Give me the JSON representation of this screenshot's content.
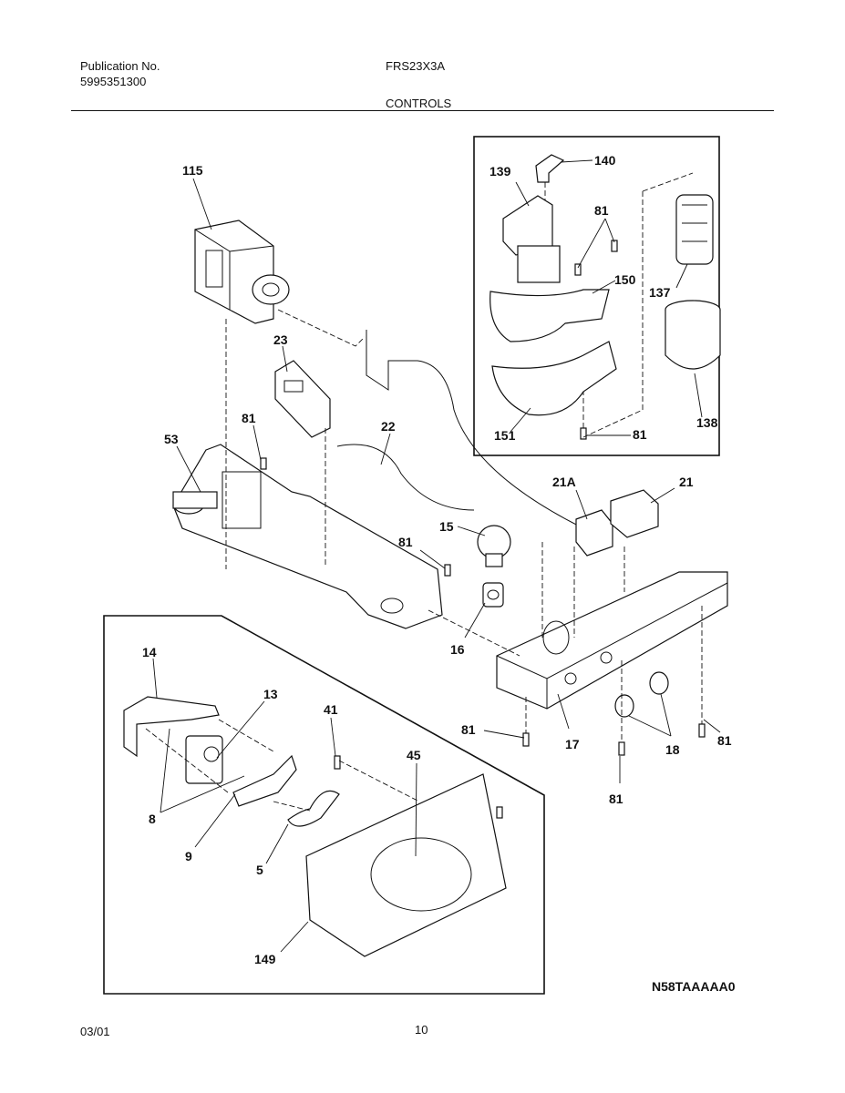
{
  "header": {
    "publication_label": "Publication No.",
    "publication_number": "5995351300",
    "model": "FRS23X3A",
    "section": "CONTROLS"
  },
  "footer": {
    "date": "03/01",
    "page_number": "10"
  },
  "diagram": {
    "drawing_code": "N58TAAAAA0",
    "callouts": [
      "115",
      "23",
      "81",
      "22",
      "53",
      "81",
      "15",
      "16",
      "21A",
      "21",
      "17",
      "18",
      "81",
      "81",
      "81",
      "139",
      "140",
      "81",
      "150",
      "137",
      "151",
      "81",
      "138",
      "14",
      "13",
      "41",
      "45",
      "8",
      "9",
      "5",
      "149"
    ]
  }
}
